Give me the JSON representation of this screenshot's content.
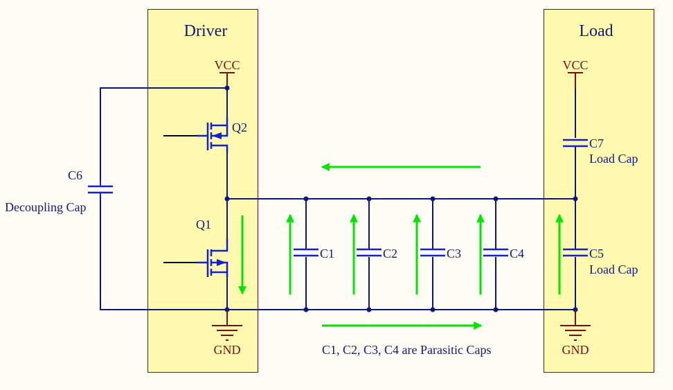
{
  "diagram": {
    "type": "circuit-schematic",
    "colors": {
      "background": "#fffcf6",
      "block_fill": "#fff9b0",
      "block_border": "#7a0d0d",
      "wire": "#0a1580",
      "component": "#1020d8",
      "lead": "#000000",
      "power": "#7a0d0d",
      "current_arrow": "#00e600",
      "text": "#0f1a7a"
    },
    "blocks": {
      "driver": {
        "title": "Driver"
      },
      "load": {
        "title": "Load"
      }
    },
    "power": {
      "driver_vcc": "VCC",
      "driver_gnd": "GND",
      "load_vcc": "VCC",
      "load_gnd": "GND"
    },
    "transistors": [
      {
        "ref": "Q2",
        "type": "PMOS",
        "role": "high-side"
      },
      {
        "ref": "Q1",
        "type": "NMOS",
        "role": "low-side"
      }
    ],
    "capacitors": [
      {
        "ref": "C1",
        "description": ""
      },
      {
        "ref": "C2",
        "description": ""
      },
      {
        "ref": "C3",
        "description": ""
      },
      {
        "ref": "C4",
        "description": ""
      },
      {
        "ref": "C5",
        "description": "Load Cap"
      },
      {
        "ref": "C6",
        "description": "Decoupling Cap"
      },
      {
        "ref": "C7",
        "description": "Load Cap"
      }
    ],
    "note": "C1, C2, C3, C4 are Parasitic Caps",
    "current_arrows": [
      {
        "id": "top-return",
        "direction": "left"
      },
      {
        "id": "bottom-flow",
        "direction": "right"
      },
      {
        "id": "q1-discharge",
        "direction": "down"
      },
      {
        "id": "c1",
        "direction": "up"
      },
      {
        "id": "c2",
        "direction": "up"
      },
      {
        "id": "c3",
        "direction": "up"
      },
      {
        "id": "c4",
        "direction": "up"
      },
      {
        "id": "c5",
        "direction": "up"
      }
    ]
  }
}
